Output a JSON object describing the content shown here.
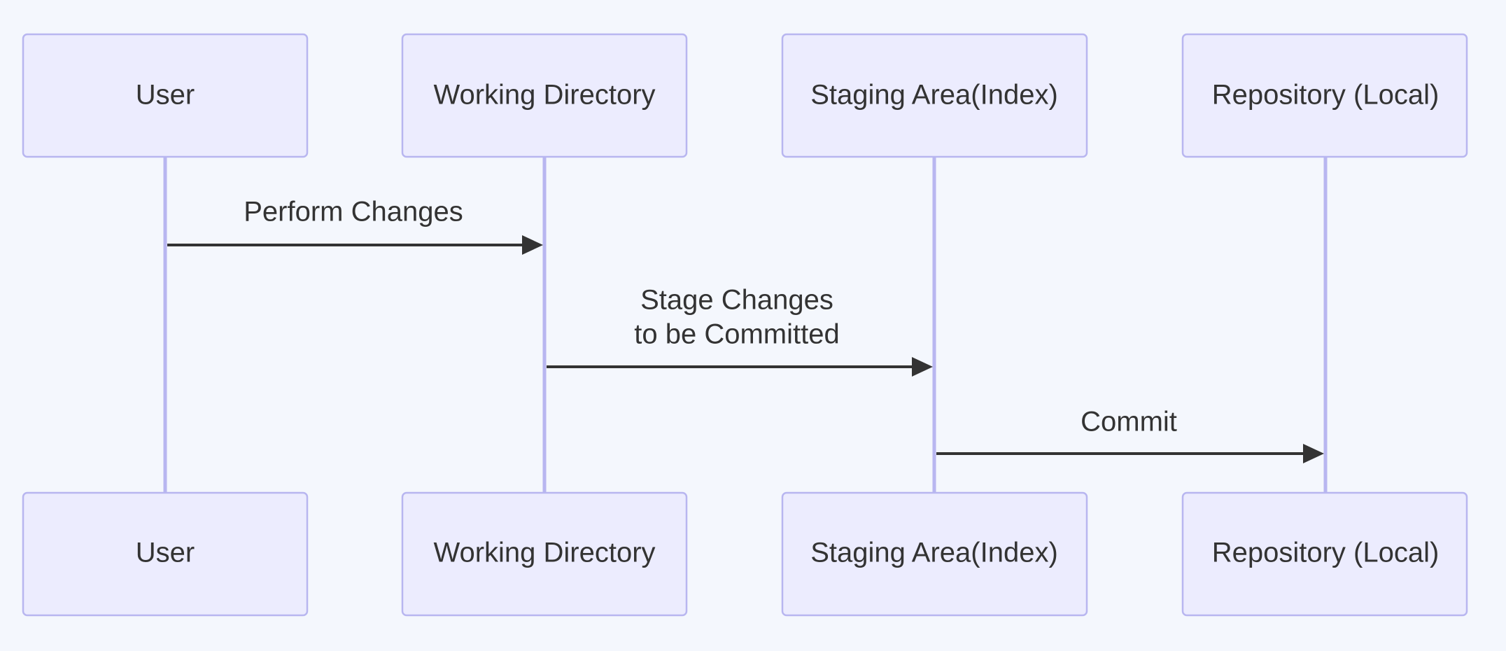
{
  "actors": [
    {
      "id": "user",
      "label": "User"
    },
    {
      "id": "working",
      "label": "Working Directory"
    },
    {
      "id": "staging",
      "label": "Staging Area(Index)"
    },
    {
      "id": "repo",
      "label": "Repository (Local)"
    }
  ],
  "messages": [
    {
      "from": "user",
      "to": "working",
      "lines": [
        "Perform Changes"
      ]
    },
    {
      "from": "working",
      "to": "staging",
      "lines": [
        "Stage Changes",
        "to be Committed"
      ]
    },
    {
      "from": "staging",
      "to": "repo",
      "lines": [
        "Commit"
      ]
    }
  ],
  "colors": {
    "background": "#f4f7fd",
    "actor_fill": "#ececfe",
    "actor_stroke": "#b8b6f0",
    "lifeline": "#b8b6f0",
    "text": "#333333",
    "arrow": "#333333"
  }
}
